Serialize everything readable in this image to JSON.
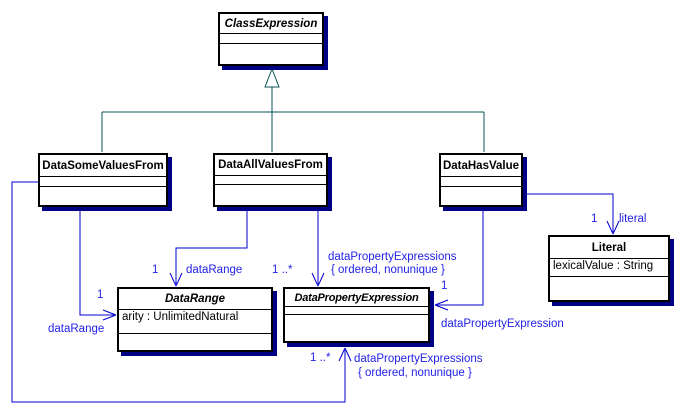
{
  "diagram": {
    "colors": {
      "association_line": "#0000d2",
      "label_text": "#2222e8",
      "generalization_line": "#0d5353",
      "box_shadow": "#000085",
      "box_border": "#000000",
      "box_fill": "#ffffff"
    },
    "classes": [
      {
        "name": "ClassExpression",
        "abstract": true,
        "attributes": []
      },
      {
        "name": "DataSomeValuesFrom",
        "abstract": false,
        "attributes": []
      },
      {
        "name": "DataAllValuesFrom",
        "abstract": false,
        "attributes": []
      },
      {
        "name": "DataHasValue",
        "abstract": false,
        "attributes": []
      },
      {
        "name": "DataRange",
        "abstract": true,
        "attributes": [
          "arity : UnlimitedNatural"
        ]
      },
      {
        "name": "DataPropertyExpression",
        "abstract": true,
        "attributes": []
      },
      {
        "name": "Literal",
        "abstract": false,
        "attributes": [
          "lexicalValue : String"
        ]
      }
    ],
    "labels": {
      "literal_mult": "1",
      "literal_role": "literal",
      "dhv_dpe_mult": "1",
      "dhv_dpe_role": "dataPropertyExpression",
      "davf_dr_mult": "1",
      "davf_dr_role": "dataRange",
      "davf_dpe_mult": "1 ..*",
      "davf_dpe_role": "dataPropertyExpressions",
      "davf_dpe_constraint": "{ ordered, nonunique }",
      "dsvf_dpe_mult": "1 ..*",
      "dsvf_dpe_role": "dataPropertyExpressions",
      "dsvf_dpe_constraint": "{ ordered, nonunique }",
      "dsvf_dr_mult": "1",
      "dsvf_dr_role": "dataRange"
    }
  }
}
